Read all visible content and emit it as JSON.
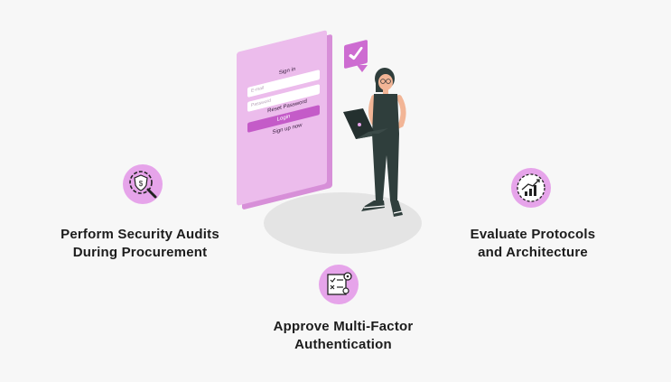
{
  "login_form": {
    "title": "Sign in",
    "email_placeholder": "E-mail",
    "password_placeholder": "Password",
    "reset_label": "Reset Password",
    "login_label": "Login",
    "signup_label": "Sign up now"
  },
  "points": [
    {
      "line1": "Perform Security Audits",
      "line2": "During Procurement",
      "icon": "shield-dollar-magnifier-icon"
    },
    {
      "line1": "Evaluate Protocols",
      "line2": "and Architecture",
      "icon": "growth-chart-icon"
    },
    {
      "line1": "Approve Multi-Factor",
      "line2": "Authentication",
      "icon": "checklist-gear-icon"
    }
  ],
  "colors": {
    "accent": "#e6a4ea",
    "accent_dark": "#c45bc8",
    "background": "#f7f7f7",
    "text": "#1c1c1c"
  }
}
